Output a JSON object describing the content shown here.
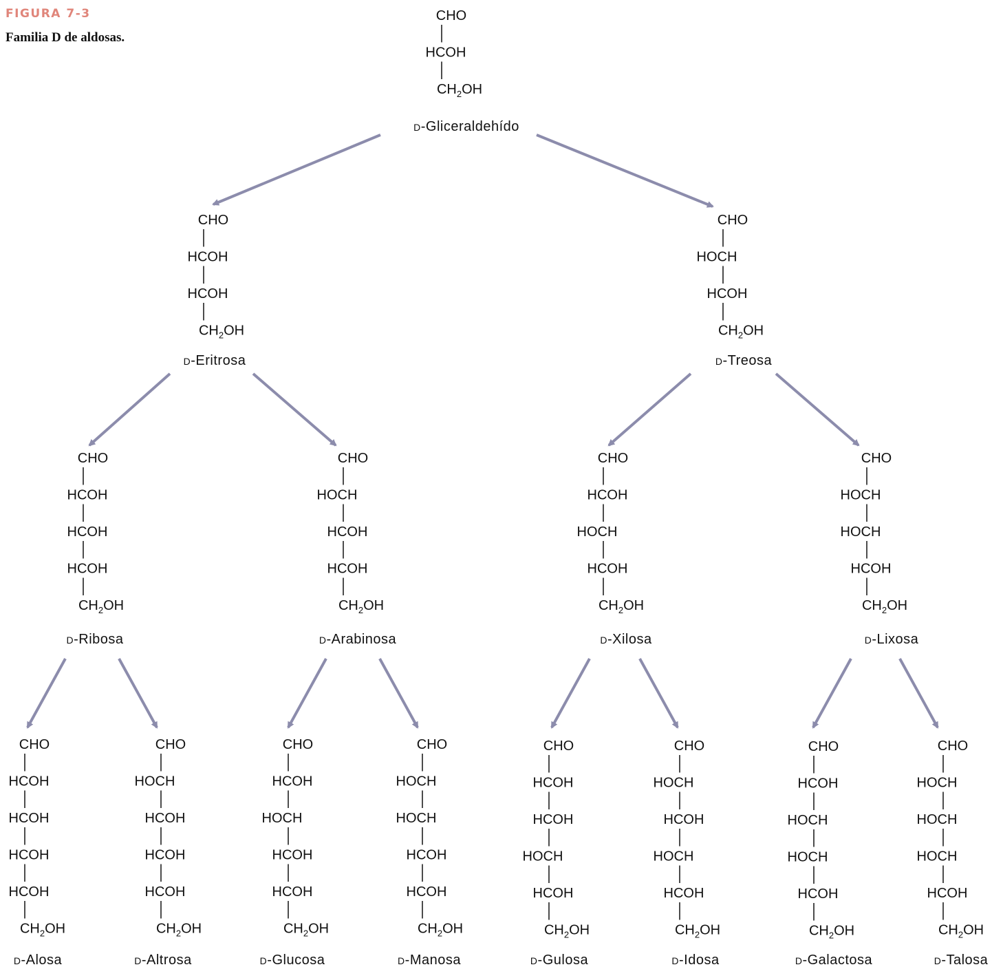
{
  "figure": {
    "label": "FIGURA 7-3",
    "caption": "Familia D de aldosas.",
    "label_color": "#e0857a",
    "arrow_color": "#8c8cac"
  },
  "sugars": [
    {
      "id": "gliceraldehido",
      "name_prefix": "D-",
      "name": "Gliceraldehído",
      "groups": [
        "CHO",
        "HCOH",
        "CH2OH"
      ]
    },
    {
      "id": "eritrosa",
      "name_prefix": "D-",
      "name": "Eritrosa",
      "groups": [
        "CHO",
        "HCOH",
        "HCOH",
        "CH2OH"
      ]
    },
    {
      "id": "treosa",
      "name_prefix": "D-",
      "name": "Treosa",
      "groups": [
        "CHO",
        "HOCH",
        "HCOH",
        "CH2OH"
      ]
    },
    {
      "id": "ribosa",
      "name_prefix": "D-",
      "name": "Ribosa",
      "groups": [
        "CHO",
        "HCOH",
        "HCOH",
        "HCOH",
        "CH2OH"
      ]
    },
    {
      "id": "arabinosa",
      "name_prefix": "D-",
      "name": "Arabinosa",
      "groups": [
        "CHO",
        "HOCH",
        "HCOH",
        "HCOH",
        "CH2OH"
      ]
    },
    {
      "id": "xilosa",
      "name_prefix": "D-",
      "name": "Xilosa",
      "groups": [
        "CHO",
        "HCOH",
        "HOCH",
        "HCOH",
        "CH2OH"
      ]
    },
    {
      "id": "lixosa",
      "name_prefix": "D-",
      "name": "Lixosa",
      "groups": [
        "CHO",
        "HOCH",
        "HOCH",
        "HCOH",
        "CH2OH"
      ]
    },
    {
      "id": "alosa",
      "name_prefix": "D-",
      "name": "Alosa",
      "groups": [
        "CHO",
        "HCOH",
        "HCOH",
        "HCOH",
        "HCOH",
        "CH2OH"
      ]
    },
    {
      "id": "altrosa",
      "name_prefix": "D-",
      "name": "Altrosa",
      "groups": [
        "CHO",
        "HOCH",
        "HCOH",
        "HCOH",
        "HCOH",
        "CH2OH"
      ]
    },
    {
      "id": "glucosa",
      "name_prefix": "D-",
      "name": "Glucosa",
      "groups": [
        "CHO",
        "HCOH",
        "HOCH",
        "HCOH",
        "HCOH",
        "CH2OH"
      ]
    },
    {
      "id": "manosa",
      "name_prefix": "D-",
      "name": "Manosa",
      "groups": [
        "CHO",
        "HOCH",
        "HOCH",
        "HCOH",
        "HCOH",
        "CH2OH"
      ]
    },
    {
      "id": "gulosa",
      "name_prefix": "D-",
      "name": "Gulosa",
      "groups": [
        "CHO",
        "HCOH",
        "HCOH",
        "HOCH",
        "HCOH",
        "CH2OH"
      ]
    },
    {
      "id": "idosa",
      "name_prefix": "D-",
      "name": "Idosa",
      "groups": [
        "CHO",
        "HOCH",
        "HCOH",
        "HOCH",
        "HCOH",
        "CH2OH"
      ]
    },
    {
      "id": "galactosa",
      "name_prefix": "D-",
      "name": "Galactosa",
      "groups": [
        "CHO",
        "HCOH",
        "HOCH",
        "HOCH",
        "HCOH",
        "CH2OH"
      ]
    },
    {
      "id": "talosa",
      "name_prefix": "D-",
      "name": "Talosa",
      "groups": [
        "CHO",
        "HOCH",
        "HOCH",
        "HOCH",
        "HCOH",
        "CH2OH"
      ]
    }
  ],
  "arrows": [
    {
      "from": "gliceraldehido",
      "to": "eritrosa"
    },
    {
      "from": "gliceraldehido",
      "to": "treosa"
    },
    {
      "from": "eritrosa",
      "to": "ribosa"
    },
    {
      "from": "eritrosa",
      "to": "arabinosa"
    },
    {
      "from": "treosa",
      "to": "xilosa"
    },
    {
      "from": "treosa",
      "to": "lixosa"
    },
    {
      "from": "ribosa",
      "to": "alosa"
    },
    {
      "from": "ribosa",
      "to": "altrosa"
    },
    {
      "from": "arabinosa",
      "to": "glucosa"
    },
    {
      "from": "arabinosa",
      "to": "manosa"
    },
    {
      "from": "xilosa",
      "to": "gulosa"
    },
    {
      "from": "xilosa",
      "to": "idosa"
    },
    {
      "from": "lixosa",
      "to": "galactosa"
    },
    {
      "from": "lixosa",
      "to": "talosa"
    }
  ]
}
